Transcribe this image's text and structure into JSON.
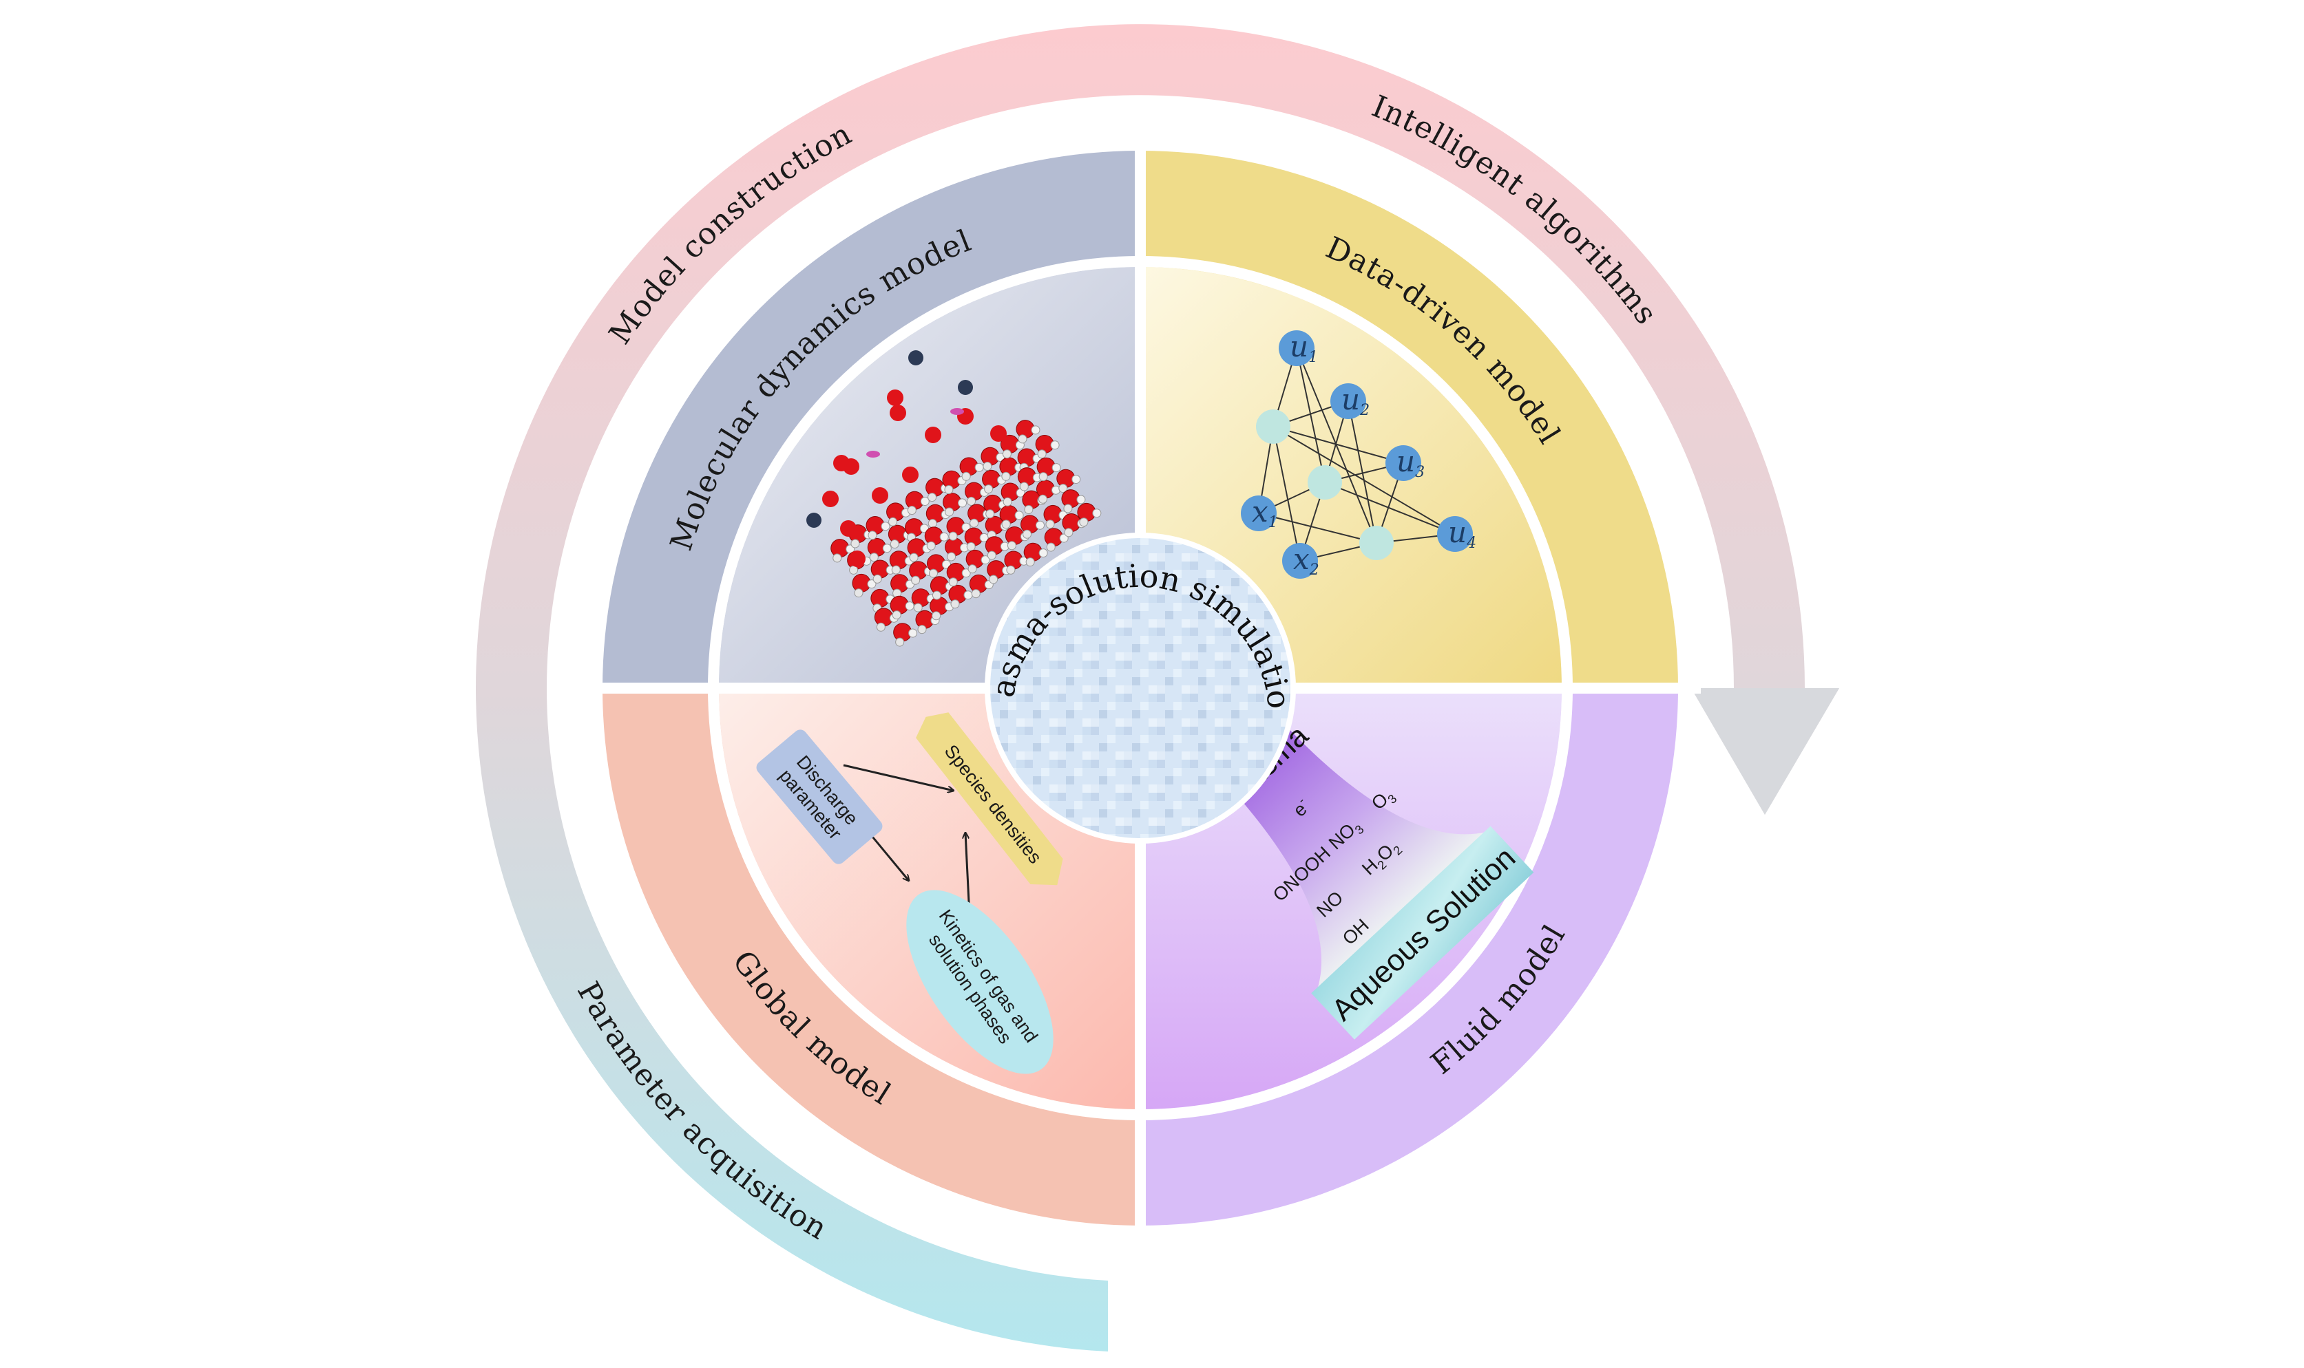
{
  "center": {
    "title": "Plasma-solution simulation"
  },
  "ring": {
    "model_construction": "Model construction",
    "intelligent_algorithms": "Intelligent algorithms",
    "parameter_acquisition": "Parameter acquisition"
  },
  "quadrants": {
    "molecular_dynamics": {
      "label": "Molecular dynamics model"
    },
    "data_driven": {
      "label": "Data-driven model",
      "nodes": [
        {
          "base": "u",
          "sub": "1"
        },
        {
          "base": "u",
          "sub": "2"
        },
        {
          "base": "u",
          "sub": "3"
        },
        {
          "base": "u",
          "sub": "4"
        },
        {
          "base": "x",
          "sub": "1"
        },
        {
          "base": "x",
          "sub": "2"
        }
      ]
    },
    "global": {
      "label": "Global model",
      "discharge": [
        "Discharge",
        "parameter"
      ],
      "species": "Species densities",
      "kinetics": [
        "Kinetics of gas and",
        "solution phases"
      ]
    },
    "fluid": {
      "label": "Fluid model",
      "plasma": "Plasma",
      "solution": "Aqueous Solution",
      "species": [
        {
          "base": "e",
          "sup": "-"
        },
        {
          "base": "ONOOH"
        },
        {
          "base": "NO",
          "sub": "3"
        },
        {
          "base": "O",
          "sub": "3"
        },
        {
          "base": "NO"
        },
        {
          "base": "H",
          "sub": "2",
          "base2": "O",
          "sub2": "2"
        },
        {
          "base": "OH"
        }
      ]
    }
  },
  "colors": {
    "ring_top": "#fccbcf",
    "ring_bottom": "#b4e7ee",
    "arrow": "#d7d9dd",
    "md_band": "#b4bcd2",
    "dd_band": "#efdc8a",
    "global_band": "#f5c2b2",
    "fluid_band": "#d8bdf8"
  }
}
